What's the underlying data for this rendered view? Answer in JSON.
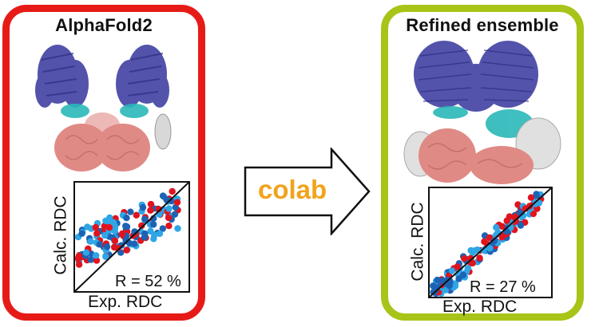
{
  "left_panel": {
    "title": "AlphaFold2",
    "border_color": "#e61b17",
    "plot": {
      "xlabel": "Exp. RDC",
      "ylabel": "Calc. RDC",
      "r_label": "R = 52 %"
    }
  },
  "right_panel": {
    "title": "Refined ensemble",
    "border_color": "#a8c418",
    "plot": {
      "xlabel": "Exp. RDC",
      "ylabel": "Calc. RDC",
      "r_label": "R = 27 %"
    }
  },
  "arrow": {
    "label": "colab",
    "label_color": "#f2a31a"
  },
  "colors": {
    "helix": "#4a4aa8",
    "domain": "#e08a85",
    "accent": "#2ab8b8",
    "series_red": "#e0141e",
    "series_light_blue": "#2fa6e6",
    "series_dark_blue": "#1c63b4"
  }
}
